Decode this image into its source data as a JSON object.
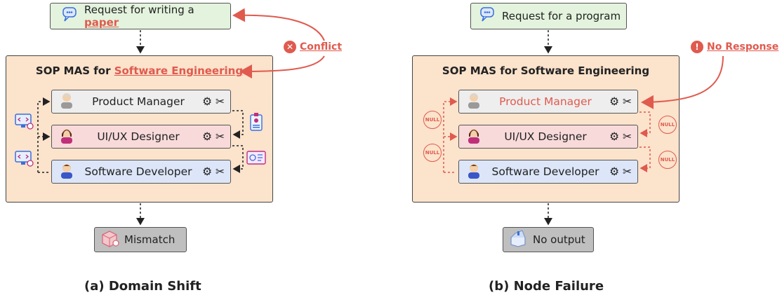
{
  "panel_a": {
    "request_prefix": "Request for writing a ",
    "request_highlight": "paper",
    "mas_prefix": "SOP MAS for ",
    "mas_highlight": "Software Engineering",
    "conflict": "Conflict",
    "roles": [
      "Product Manager",
      "UI/UX Designer",
      "Software Developer"
    ],
    "output": "Mismatch",
    "caption": "(a) Domain Shift"
  },
  "panel_b": {
    "request": "Request for a program",
    "mas_title": "SOP MAS for Software Engineering",
    "no_response": "No Response",
    "roles": [
      "Product Manager",
      "UI/UX Designer",
      "Software Developer"
    ],
    "null_label": "NULL",
    "output": "No output",
    "caption": "(b) Node Failure"
  },
  "colors": {
    "accent_red": "#e05a4e",
    "request_bg": "#e3f3dd",
    "mas_bg": "#fbe3cc",
    "pm_bg": "#eeeeee",
    "ux_bg": "#f8dada",
    "sd_bg": "#dce6f8",
    "output_bg": "#bfbfbf"
  },
  "icons": [
    "chat-bubble-icon",
    "openai-logo-icon",
    "tools-icon",
    "computer-code-icon",
    "id-card-icon",
    "design-tools-icon",
    "package-error-icon",
    "empty-box-icon",
    "conflict-x-icon",
    "alert-icon",
    "null-signal-icon"
  ]
}
